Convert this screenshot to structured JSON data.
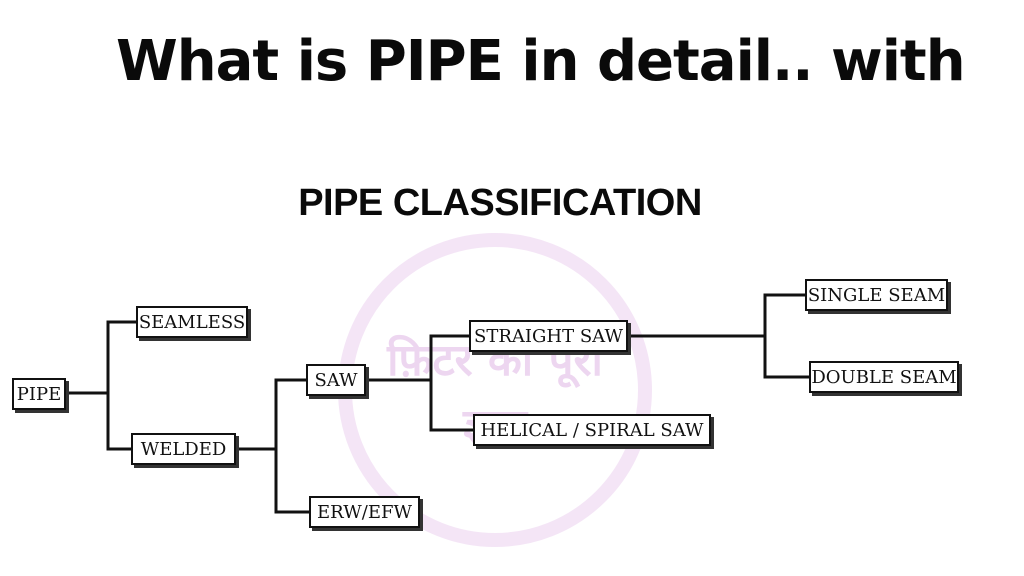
{
  "headline": "What is PIPE in detail.. with",
  "diagram": {
    "title": "PIPE CLASSIFICATION",
    "nodes": {
      "pipe": "PIPE",
      "seamless": "SEAMLESS",
      "welded": "WELDED",
      "saw": "SAW",
      "erw_efw": "ERW/EFW",
      "straight_saw": "STRAIGHT SAW",
      "helical_spiral_saw": "HELICAL / SPIRAL SAW",
      "single_seam": "SINGLE SEAM",
      "double_seam": "DOUBLE SEAM"
    },
    "watermark": {
      "line1": "फ़िटर का पूरा",
      "line2": "ज्ञान"
    },
    "colors": {
      "line": "#111111",
      "box_border": "#111111",
      "watermark": "#e6c4ea"
    }
  }
}
